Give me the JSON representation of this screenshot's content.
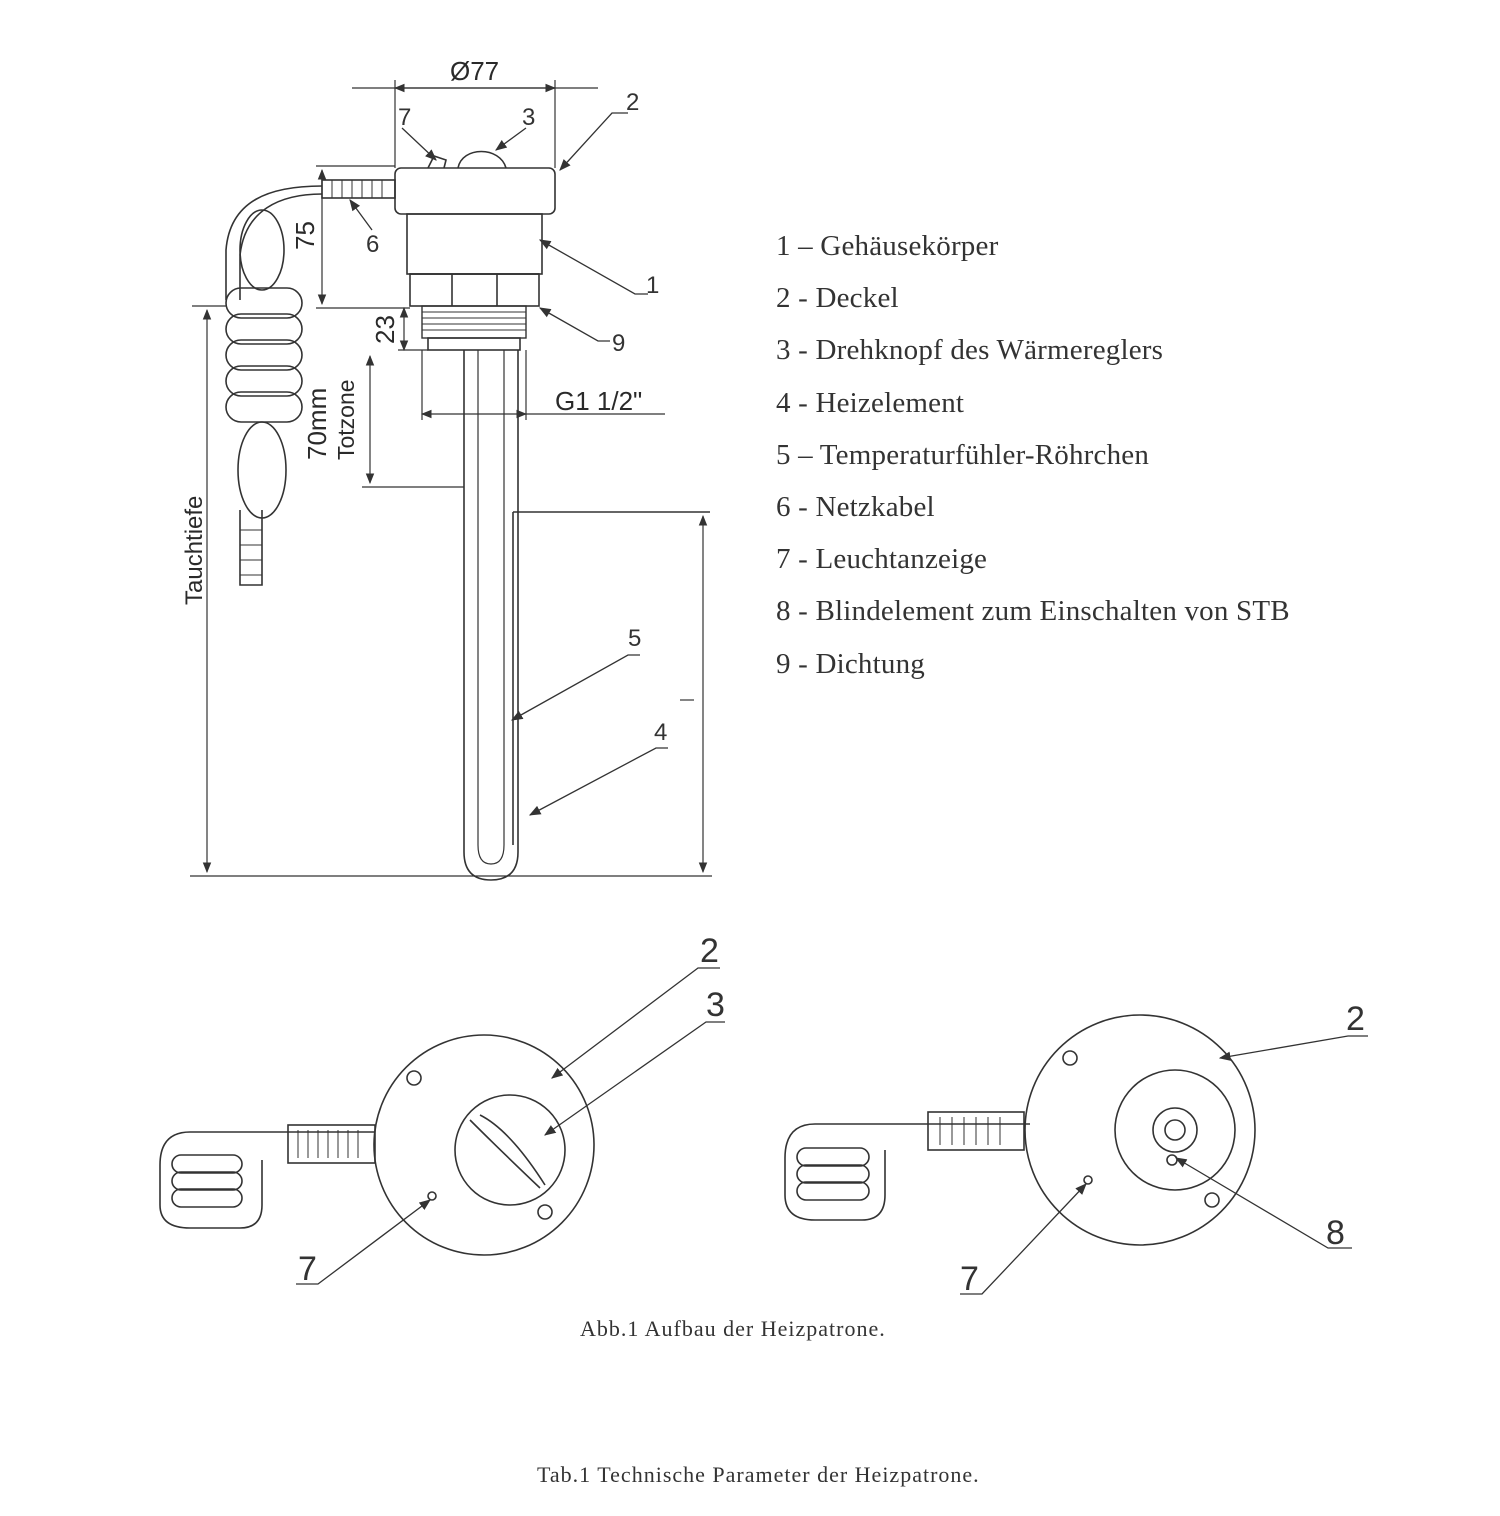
{
  "dimensions": {
    "diameter": "Ø77",
    "height_75": "75",
    "height_23": "23",
    "dead_zone_value": "70mm",
    "dead_zone_label": "Totzone",
    "thread": "G1 1/2\"",
    "immersion_depth": "Tauchtiefe"
  },
  "callouts": {
    "side_view": [
      "7",
      "3",
      "2",
      "6",
      "1",
      "9",
      "5",
      "4"
    ],
    "front_view_left": [
      "2",
      "3",
      "7"
    ],
    "front_view_right": [
      "2",
      "8",
      "7"
    ]
  },
  "legend": [
    "1 – Gehäusekörper",
    "2 - Deckel",
    "3 - Drehknopf des Wärmereglers",
    "4 - Heizelement",
    "5 – Temperaturfühler-Röhrchen",
    "6 - Netzkabel",
    "7 - Leuchtanzeige",
    "8 - Blindelement zum Einschalten von STB",
    "9 - Dichtung"
  ],
  "figure_caption": "Abb.1 Aufbau der Heizpatrone.",
  "table_caption": "Tab.1 Technische Parameter der Heizpatrone."
}
